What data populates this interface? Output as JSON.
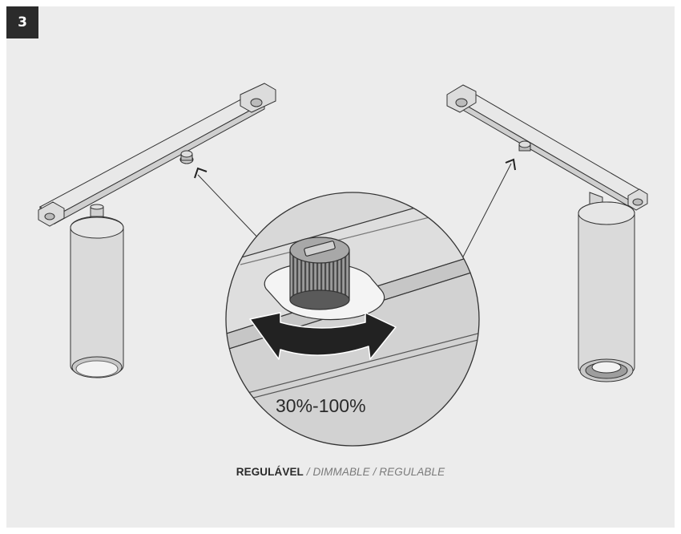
{
  "step": {
    "number": "3"
  },
  "caption": {
    "primary": "REGULÁVEL",
    "secondary": " / DIMMABLE / REGULABLE"
  },
  "dial": {
    "range_label": "30%-100%"
  },
  "colors": {
    "panel_background": "#ececec",
    "badge_background": "#2b2b2b",
    "line_art": "#333333",
    "fixture_fill": "#d9d9d9",
    "arrow_fill": "#222222"
  },
  "icons": {
    "arrow": "curved-double-arrow-icon"
  }
}
